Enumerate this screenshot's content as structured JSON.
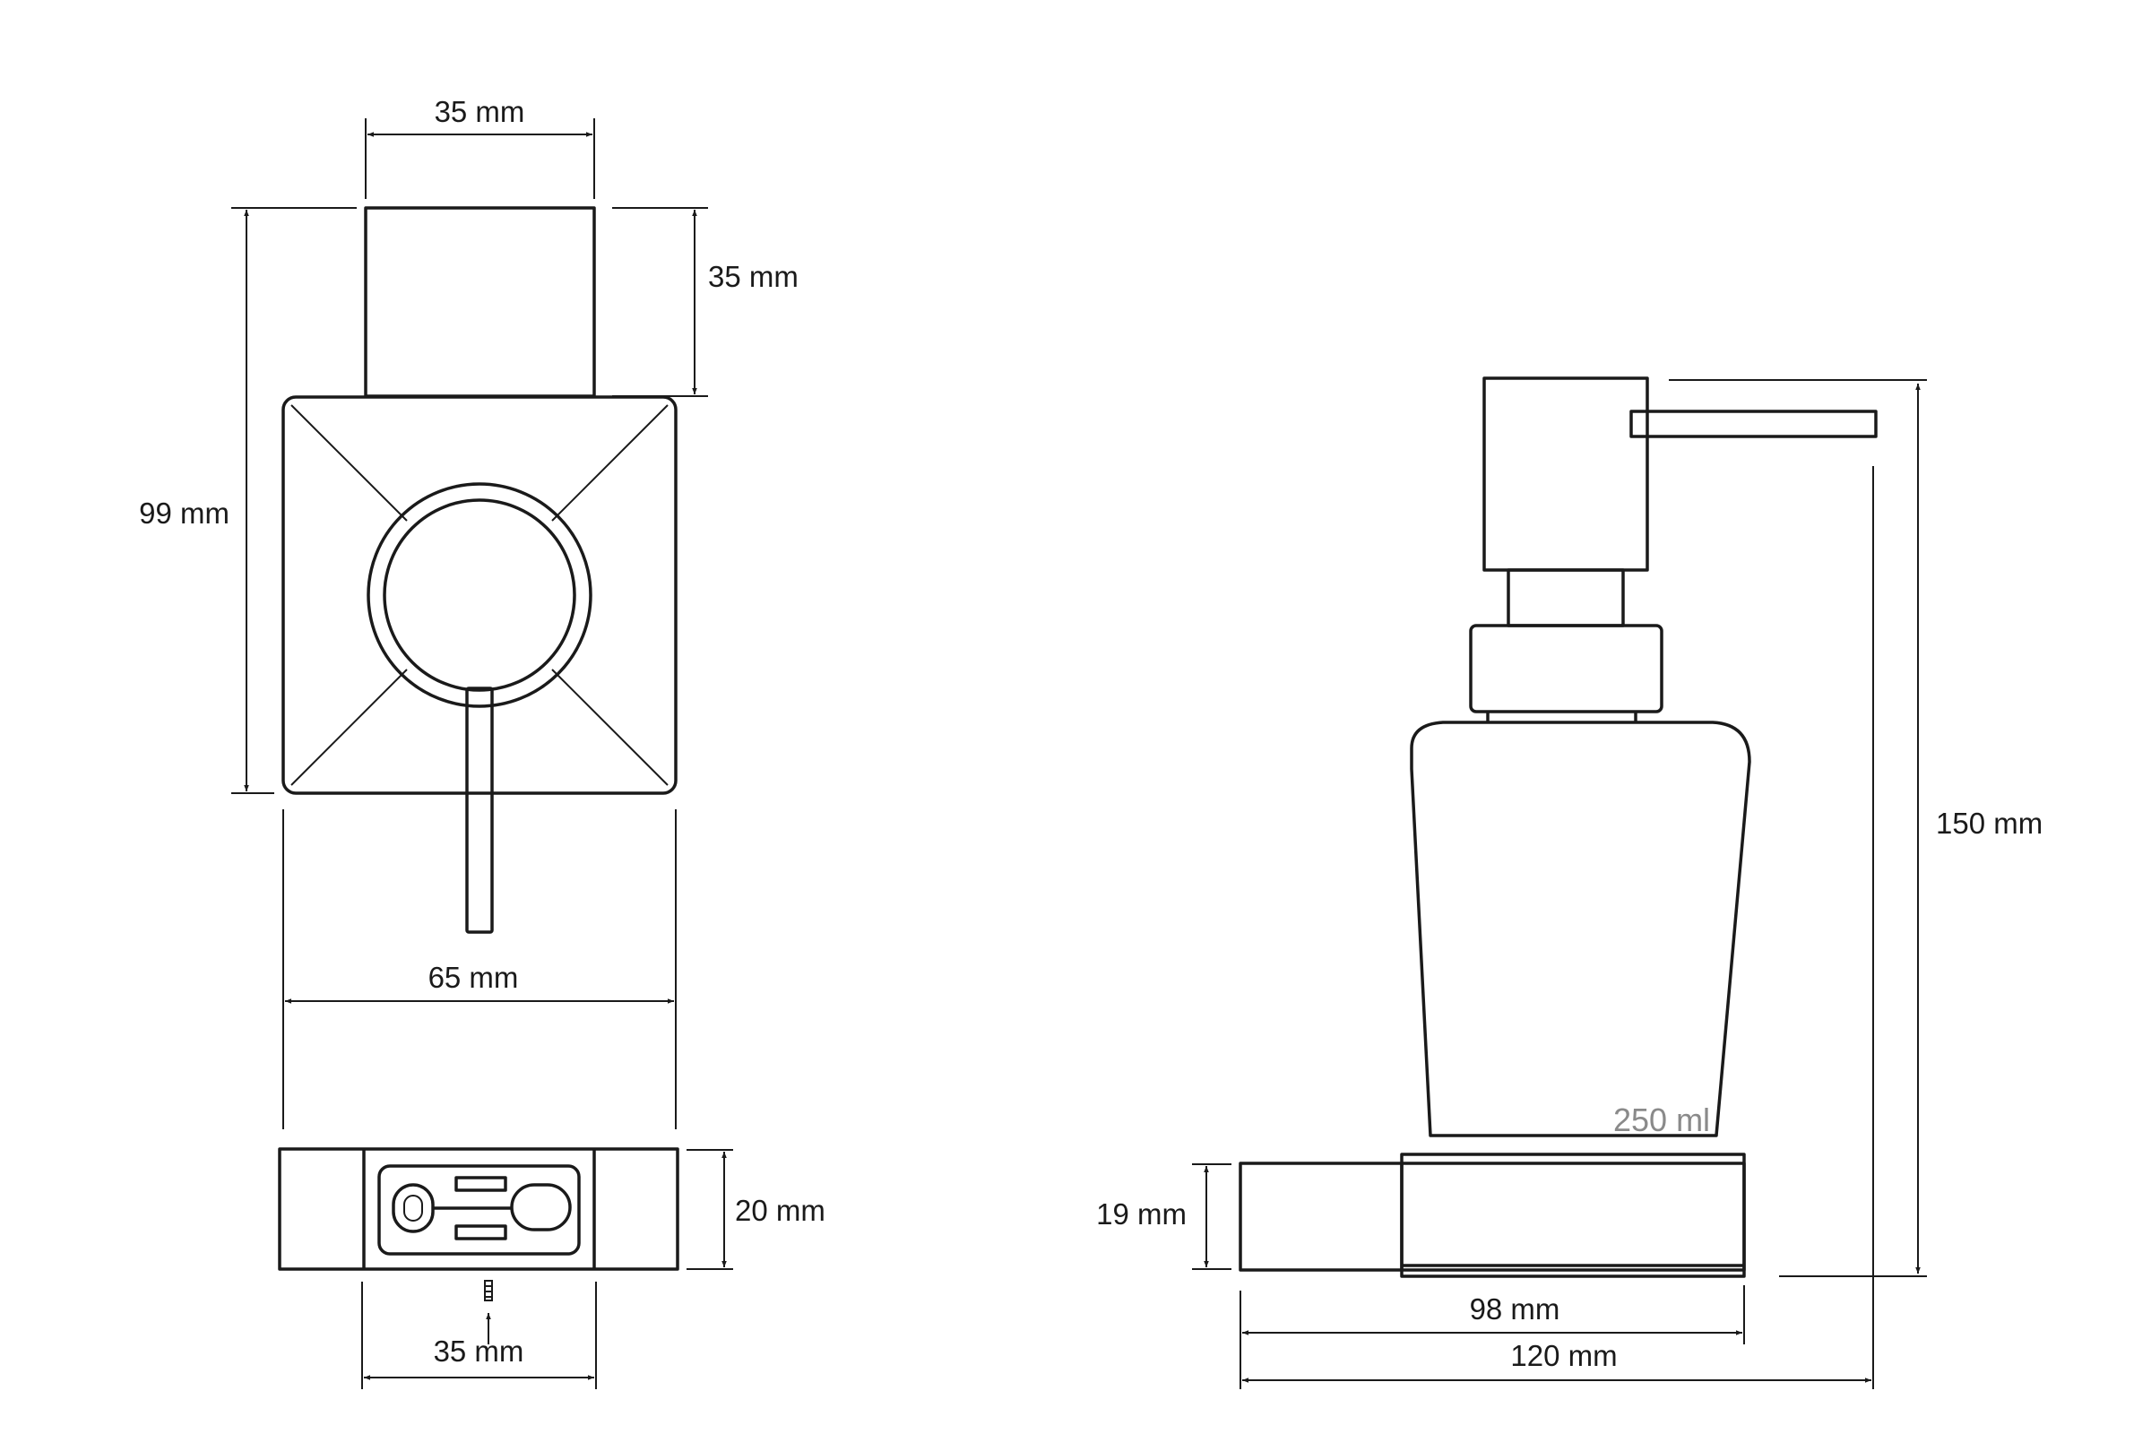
{
  "dimensions": {
    "top_width": "35 mm",
    "top_height": "35 mm",
    "front_height": "99 mm",
    "front_width": "65 mm",
    "plate_height": "20 mm",
    "bottom_width": "35 mm",
    "base_height": "19 mm",
    "total_height": "150 mm",
    "base_depth": "98 mm",
    "total_depth": "120 mm"
  },
  "labels": {
    "volume": "250 ml"
  }
}
